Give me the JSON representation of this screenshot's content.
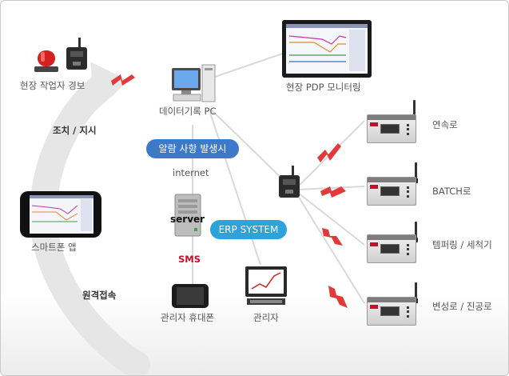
{
  "nodes": {
    "alarm": "현장 작업자 경보",
    "data_pc": "데이터기록 PC",
    "pdp": "현장 PDP 모니터링",
    "smartphone": "스마트폰 앱",
    "manager_phone": "관리자 휴대폰",
    "manager": "관리자",
    "server": "server"
  },
  "labels": {
    "action": "조치 / 지시",
    "remote": "원격접속",
    "internet": "internet",
    "sms": "SMS"
  },
  "badges": {
    "alarm_event": "알람 사항 발생시",
    "erp": "ERP  SYSTEM"
  },
  "devices": [
    "연속로",
    "BATCH로",
    "템퍼링 / 세척기",
    "변성로 / 진공로"
  ],
  "colors": {
    "badge_blue": "#3d79c9",
    "badge_cyan": "#2da3db",
    "sms_red": "#c8102e",
    "signal_red": "#e23a3a"
  }
}
